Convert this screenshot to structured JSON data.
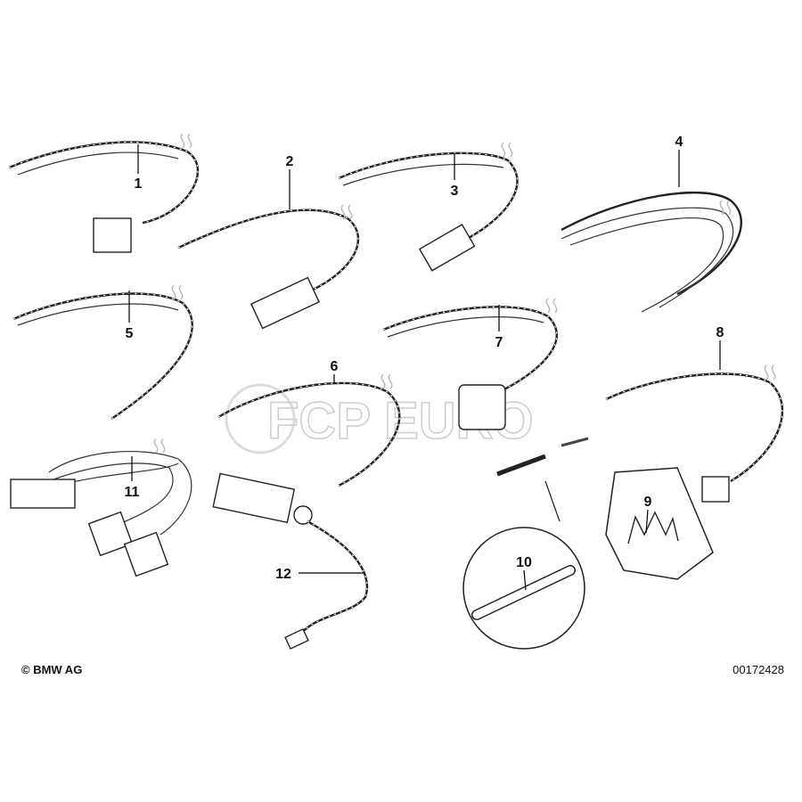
{
  "diagram": {
    "callouts": [
      "1",
      "2",
      "3",
      "4",
      "5",
      "6",
      "7",
      "8",
      "9",
      "10",
      "11",
      "12"
    ],
    "watermark": "FCP EURO",
    "copyright": "© BMW AG",
    "part_number": "00172428"
  }
}
